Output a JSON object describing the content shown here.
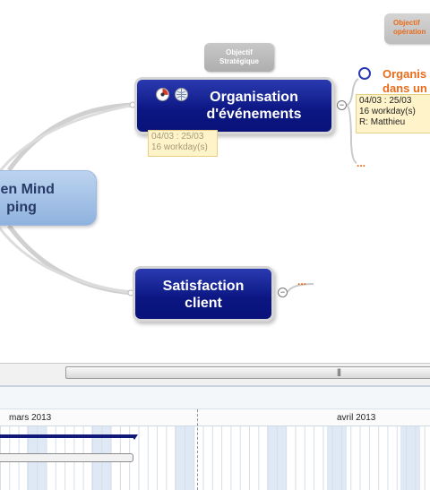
{
  "mindmap": {
    "central_topic": {
      "line1": "s en Mind",
      "line2": "ping"
    },
    "topic_events": {
      "line1": "Organisation",
      "line2": "d'événements"
    },
    "topic_satisfaction": {
      "line1": "Satisfaction",
      "line2": "client"
    },
    "callout_strategic": {
      "line1": "Objectif",
      "line2": "Stratégique"
    },
    "callout_operational": {
      "line1": "Objectif",
      "line2": "opération"
    },
    "info_events": {
      "dates": "04/03 : 25/03",
      "duration": "16 workday(s)"
    },
    "subtopic": {
      "title_line1": "Organis",
      "title_line2": "dans un",
      "dates": "04/03 : 25/03",
      "duration": "16 workday(s)",
      "resource": "R: Matthieu"
    },
    "more_marker": "...",
    "collapse_symbol": "−"
  },
  "scrollbar": {
    "grip": "|||"
  },
  "gantt": {
    "months": [
      "mars 2013",
      "avril 2013"
    ]
  }
}
